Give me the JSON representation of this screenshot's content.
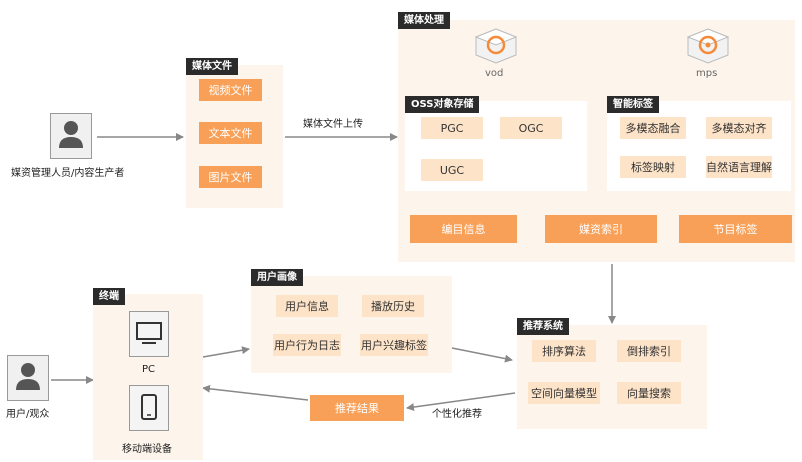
{
  "actors": {
    "manager": "媒资管理人员/内容生产者",
    "viewer": "用户/观众"
  },
  "media_files": {
    "title": "媒体文件",
    "items": [
      "视频文件",
      "文本文件",
      "图片文件"
    ]
  },
  "upload_label": "媒体文件上传",
  "media_processing": {
    "title": "媒体处理",
    "services": [
      "vod",
      "mps"
    ],
    "oss": {
      "title": "OSS对象存储",
      "items": [
        "PGC",
        "OGC",
        "UGC"
      ]
    },
    "smart_tags": {
      "title": "智能标签",
      "items": [
        "多模态融合",
        "多模态对齐",
        "标签映射",
        "自然语言理解"
      ]
    },
    "outputs": [
      "编目信息",
      "媒资索引",
      "节目标签"
    ]
  },
  "user_profile": {
    "title": "用户画像",
    "items": [
      "用户信息",
      "播放历史",
      "用户行为日志",
      "用户兴趣标签"
    ]
  },
  "terminal": {
    "title": "终端",
    "devices": [
      "PC",
      "移动端设备"
    ]
  },
  "recommendation": {
    "title": "推荐系统",
    "items": [
      "排序算法",
      "倒排索引",
      "空间向量模型",
      "向量搜索"
    ],
    "result": "推荐结果",
    "flow_label": "个性化推荐"
  },
  "colors": {
    "dark_orange": "#f9a058",
    "light_orange": "#fde3c8",
    "panel": "#fdf5ec",
    "tag": "#2b2b2b",
    "arrow": "#888888"
  }
}
